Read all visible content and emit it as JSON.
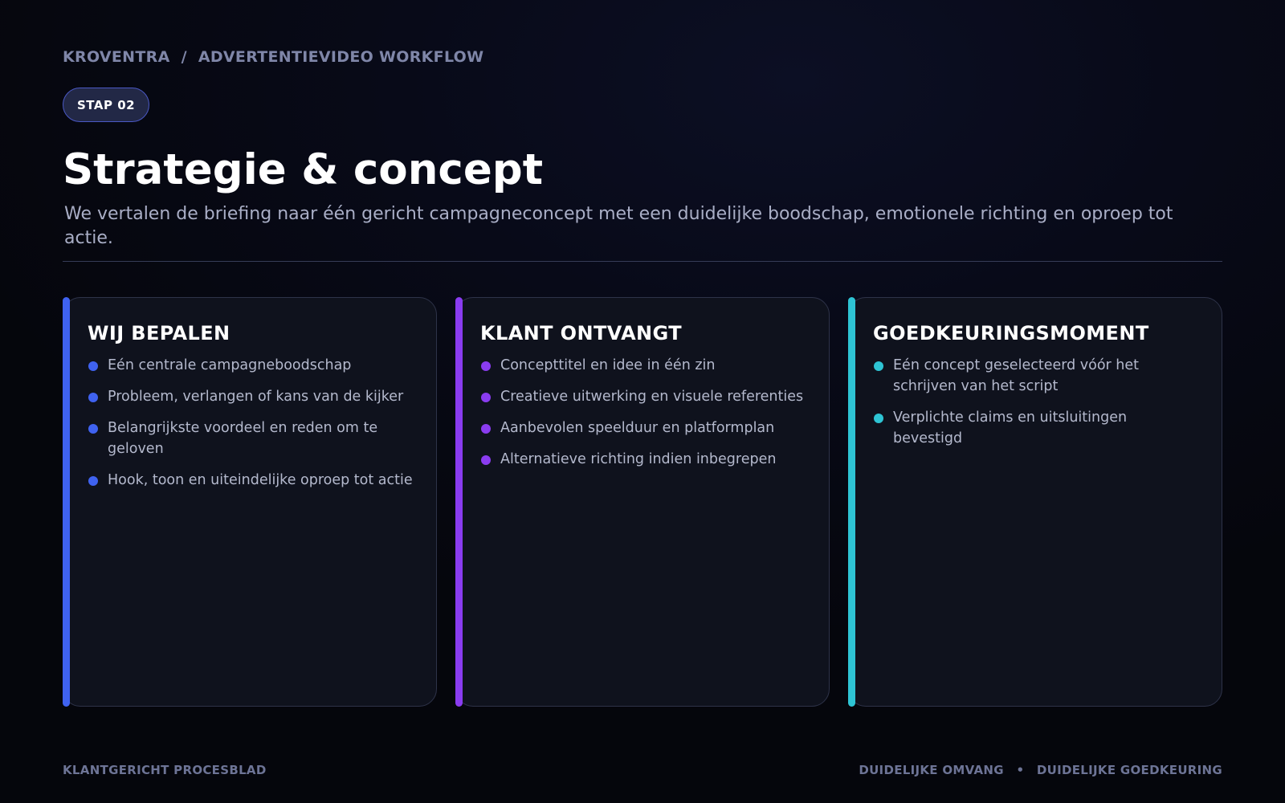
{
  "header": {
    "brand": "KROVENTRA",
    "separator": "/",
    "section": "ADVERTENTIEVIDEO WORKFLOW"
  },
  "step_badge": "STAP 02",
  "title": "Strategie & concept",
  "subtitle": "We vertalen de briefing naar één gericht campagneconcept met een duidelijke boodschap, emotionele richting en oproep tot actie.",
  "cards": [
    {
      "title": "WIJ BEPALEN",
      "accent_color": "#3f62f0",
      "items": [
        "Eén centrale campagneboodschap",
        "Probleem, verlangen of kans van de kijker",
        "Belangrijkste voordeel en reden om te geloven",
        "Hook, toon en uiteindelijke oproep tot actie"
      ]
    },
    {
      "title": "KLANT ONTVANGT",
      "accent_color": "#8a3cf0",
      "items": [
        "Concepttitel en idee in één zin",
        "Creatieve uitwerking en visuele referenties",
        "Aanbevolen speelduur en platformplan",
        "Alternatieve richting indien inbegrepen"
      ]
    },
    {
      "title": "GOEDKEURINGSMOMENT",
      "accent_color": "#2ec4d4",
      "items": [
        "Eén concept geselecteerd vóór het schrijven van het script",
        "Verplichte claims en uitsluitingen bevestigd"
      ]
    }
  ],
  "footer": {
    "left": "KLANTGERICHT PROCESBLAD",
    "right_1": "DUIDELIJKE OMVANG",
    "right_separator": "•",
    "right_2": "DUIDELIJKE GOEDKEURING"
  }
}
